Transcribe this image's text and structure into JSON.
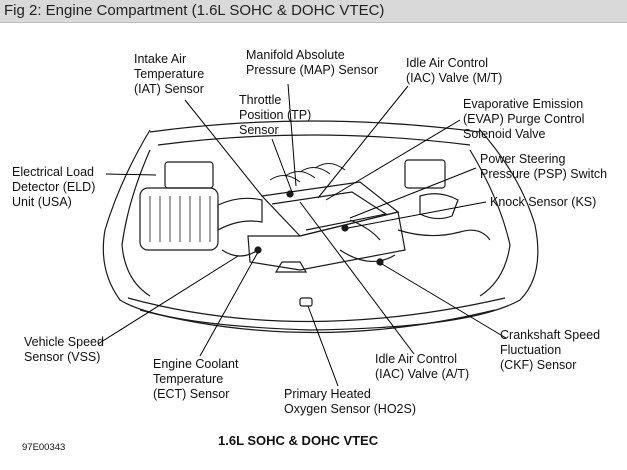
{
  "title": "Fig 2: Engine Compartment (1.6L SOHC & DOHC VTEC)",
  "figure_code": "97E00343",
  "caption": "1.6L SOHC & DOHC VTEC",
  "labels": {
    "iat": "Intake Air\nTemperature\n(IAT) Sensor",
    "map": "Manifold Absolute\nPressure (MAP) Sensor",
    "iac_mt": "Idle Air Control\n(IAC) Valve (M/T)",
    "tp": "Throttle\nPosition (TP)\nSensor",
    "evap": "Evaporative Emission\n(EVAP) Purge Control\nSolenoid Valve",
    "eld": "Electrical Load\nDetector (ELD)\nUnit (USA)",
    "psp": "Power Steering\nPressure (PSP) Switch",
    "ks": "Knock Sensor (KS)",
    "vss": "Vehicle Speed\nSensor (VSS)",
    "ect": "Engine Coolant\nTemperature\n(ECT) Sensor",
    "ho2s": "Primary Heated\nOxygen Sensor (HO2S)",
    "iac_at": "Idle Air Control\n(IAC) Valve (A/T)",
    "ckf": "Crankshaft Speed\nFluctuation\n(CKF) Sensor"
  }
}
